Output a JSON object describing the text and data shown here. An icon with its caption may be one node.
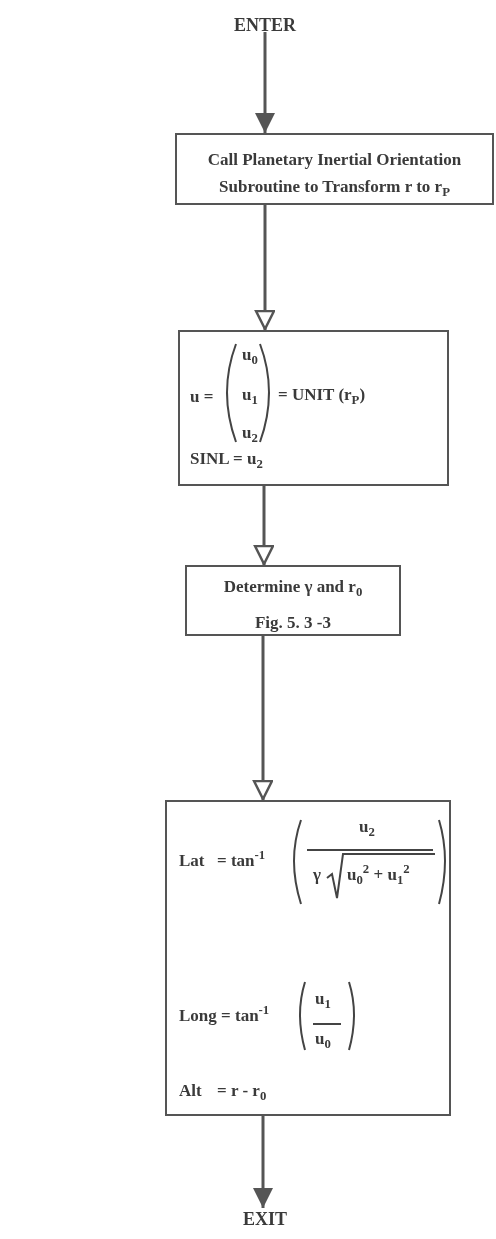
{
  "diagram": {
    "nodes": [
      {
        "text": [
          "ENTER"
        ]
      },
      {
        "text": [
          "Call Planetary Inertial Orientation Subroutine to Transform r to r$_{P}$"
        ]
      },
      {
        "text": [
          "u =",
          "u$_{0}$",
          "u$_{1}$",
          "u$_{2}$",
          "= UNIT (r$_{P}$)",
          "SINL = u$_{2}$"
        ]
      },
      {
        "text": [
          "Determine γ and r$_{0}$",
          "Fig. 5. 3 -3"
        ]
      },
      {
        "text": [
          "Lat",
          "= tan$^{-1}$",
          "u$_{2}$",
          "γ",
          "u$_{0}$$^{2}$ + u$_{1}$$^{2}$",
          "Long = tan$^{-1}$",
          "u$_{1}$",
          "u$_{0}$",
          "Alt",
          "= r - r$_{0}$"
        ]
      },
      {
        "text": [
          "EXIT"
        ]
      }
    ],
    "edges": [
      {
        "from": 0,
        "to": 1,
        "arrow": "to"
      },
      {
        "from": 1,
        "to": 2,
        "arrow": "to"
      },
      {
        "from": 2,
        "to": 3,
        "arrow": "to"
      },
      {
        "from": 3,
        "to": 4,
        "arrow": "to"
      },
      {
        "from": 4,
        "to": 5,
        "arrow": "to"
      }
    ]
  }
}
